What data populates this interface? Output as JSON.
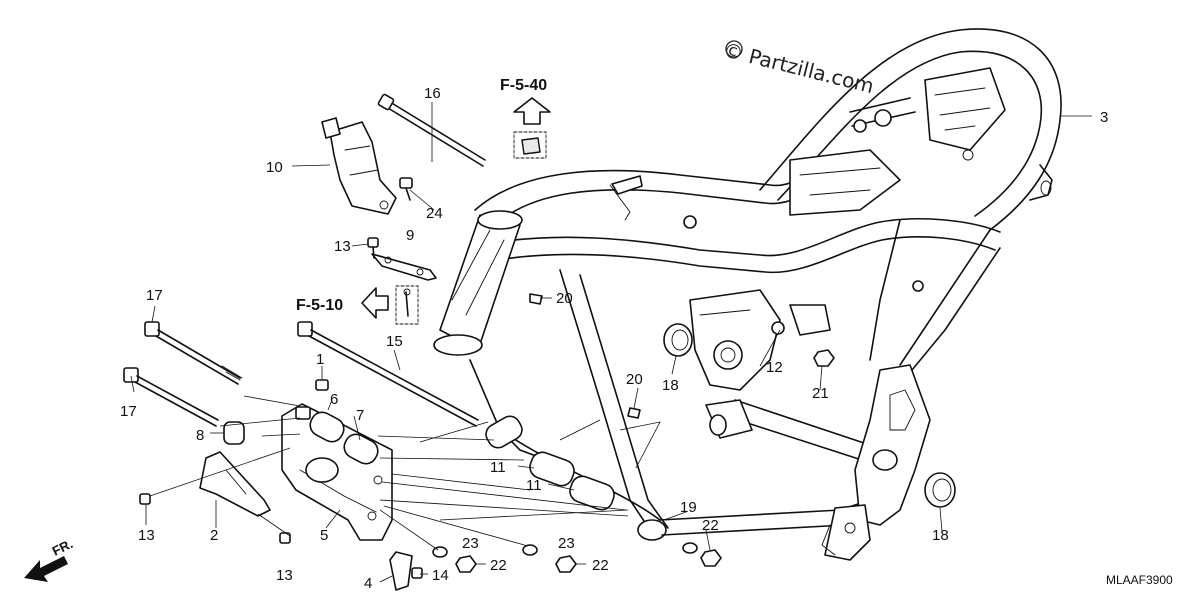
{
  "watermark": "© Partzilla.com",
  "diagram_code": "MLAAF3900",
  "front_marker": "FR.",
  "refs": {
    "top": "F-5-40",
    "left": "F-5-10"
  },
  "callouts": {
    "c1": "1",
    "c2": "2",
    "c3": "3",
    "c4": "4",
    "c5": "5",
    "c6": "6",
    "c7": "7",
    "c8": "8",
    "c9": "9",
    "c10": "10",
    "c11a": "11",
    "c11b": "11",
    "c12": "12",
    "c13a": "13",
    "c13b": "13",
    "c13c": "13",
    "c14": "14",
    "c15": "15",
    "c16": "16",
    "c17a": "17",
    "c17b": "17",
    "c18a": "18",
    "c18b": "18",
    "c19": "19",
    "c20a": "20",
    "c20b": "20",
    "c21": "21",
    "c22a": "22",
    "c22b": "22",
    "c22c": "22",
    "c23a": "23",
    "c23b": "23",
    "c24": "24"
  },
  "icons": [
    "copyright-icon",
    "arrow-up-icon",
    "arrow-left-icon",
    "front-arrow-icon"
  ]
}
